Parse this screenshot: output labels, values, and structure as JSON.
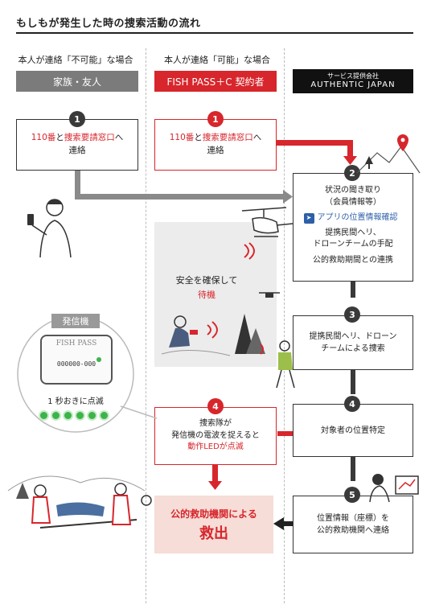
{
  "title": "もしもが発生した時の捜索活動の流れ",
  "columns": [
    {
      "header": "本人が連絡「不可能」な場合",
      "bar": "家族・友人",
      "bar_color": "#7b7b7b"
    },
    {
      "header": "本人が連絡「可能」な場合",
      "bar": "FISH PASS＋C 契約者",
      "bar_color": "#d7262c"
    },
    {
      "header": "",
      "bar_line1": "サービス提供会社",
      "bar_line2": "AUTHENTIC JAPAN",
      "bar_color": "#111111"
    }
  ],
  "step1_left": {
    "num": "1",
    "line1_red": "110番",
    "line1_mid": "と",
    "line1_red2": "捜索要請窓口",
    "line1_end": "へ",
    "line2": "連絡"
  },
  "step1_mid": {
    "num": "1",
    "line1_red": "110番",
    "line1_mid": "と",
    "line1_red2": "捜索要請窓口",
    "line1_end": "へ",
    "line2": "連絡"
  },
  "step2": {
    "num": "2",
    "line1": "状況の聞き取り",
    "line2": "（会員情報等）",
    "app_check": "アプリの位置情報確認",
    "line3": "提携民間ヘリ、",
    "line4": "ドローンチームの手配",
    "line5": "公的救助期間との連携"
  },
  "wait": {
    "line1": "安全を確保して",
    "line2": "待機"
  },
  "transmitter": {
    "label": "発信機",
    "brand": "FISH PASS",
    "serial": "000000-000",
    "blink": "1 秒おきに点滅"
  },
  "step3": {
    "num": "3",
    "line1": "提携民間ヘリ、ドローン",
    "line2": "チームによる捜索"
  },
  "step4_left": {
    "num": "4",
    "line1": "捜索隊が",
    "line2": "発信機の電波を捉えると",
    "line3_red": "動作LEDが点滅"
  },
  "step4_right": {
    "num": "4",
    "line1": "対象者の位置特定"
  },
  "step5": {
    "num": "5",
    "line1": "位置情報（座標）を",
    "line2": "公的救助機関へ連絡"
  },
  "rescue": {
    "line1": "公的救助機関による",
    "line2": "救出"
  },
  "colors": {
    "accent_red": "#d7262c",
    "dark_gray": "#3a3a3a",
    "mid_gray": "#8a8a8a",
    "wait_bg": "#ececec",
    "rescue_bg": "#f6ddd7",
    "led_green": "#3cb44b"
  }
}
